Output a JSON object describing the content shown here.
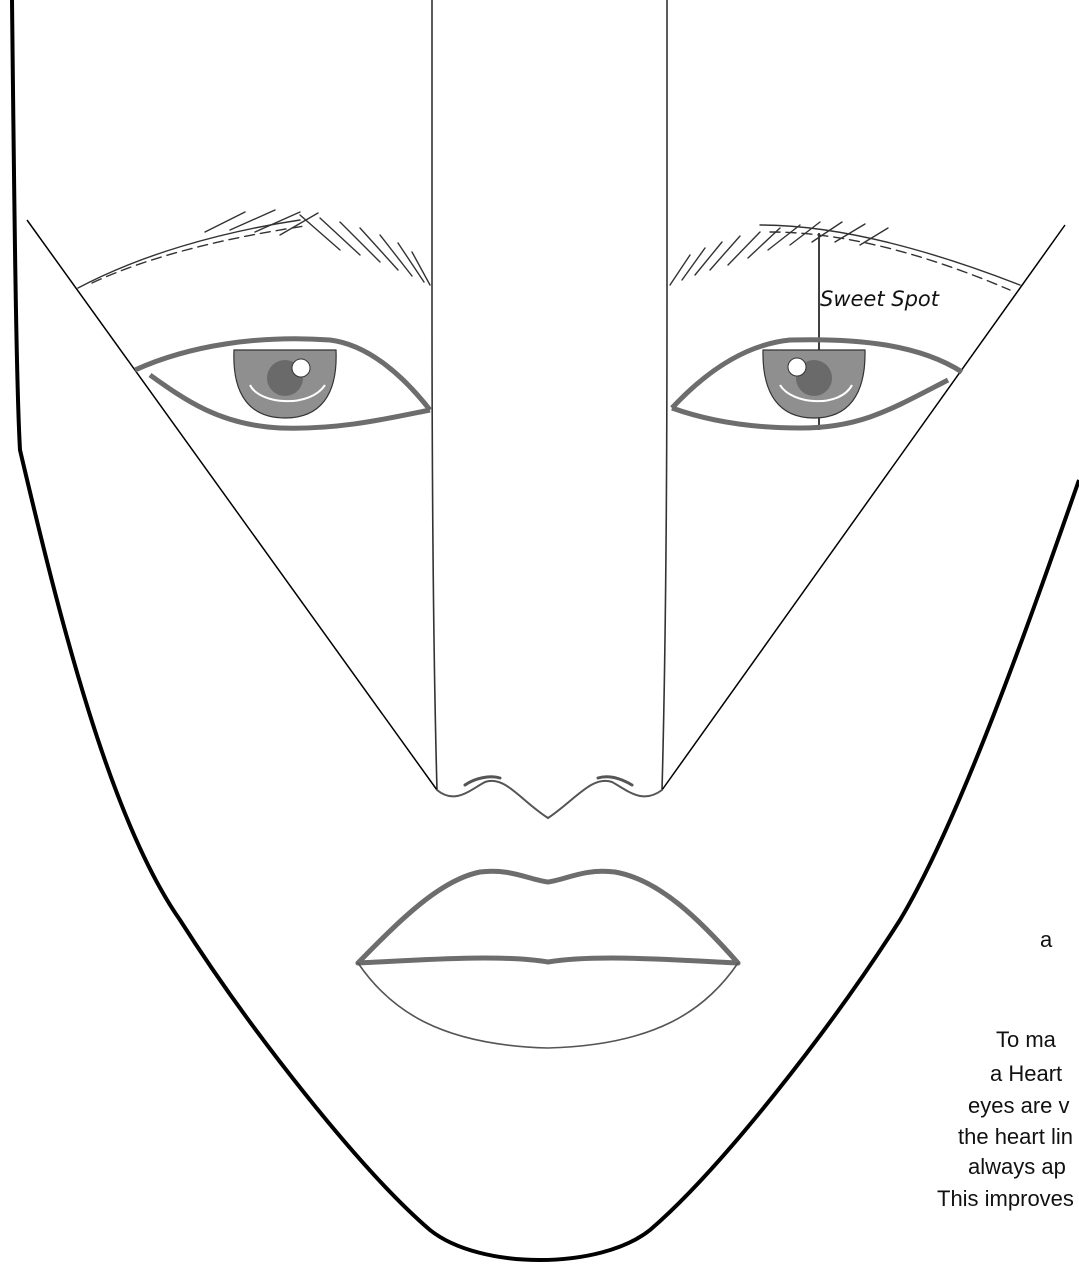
{
  "diagram": {
    "sweet_spot_label": "Sweet Spot",
    "note_lines": [
      "a",
      "To ma",
      "a Heart",
      "eyes are v",
      "the heart lin",
      "always ap",
      "This improves"
    ]
  },
  "colors": {
    "outline": "#000000",
    "guide_line": "#111111",
    "feature_gray": "#6d6d6d",
    "iris_gray": "#8f8f8f"
  }
}
